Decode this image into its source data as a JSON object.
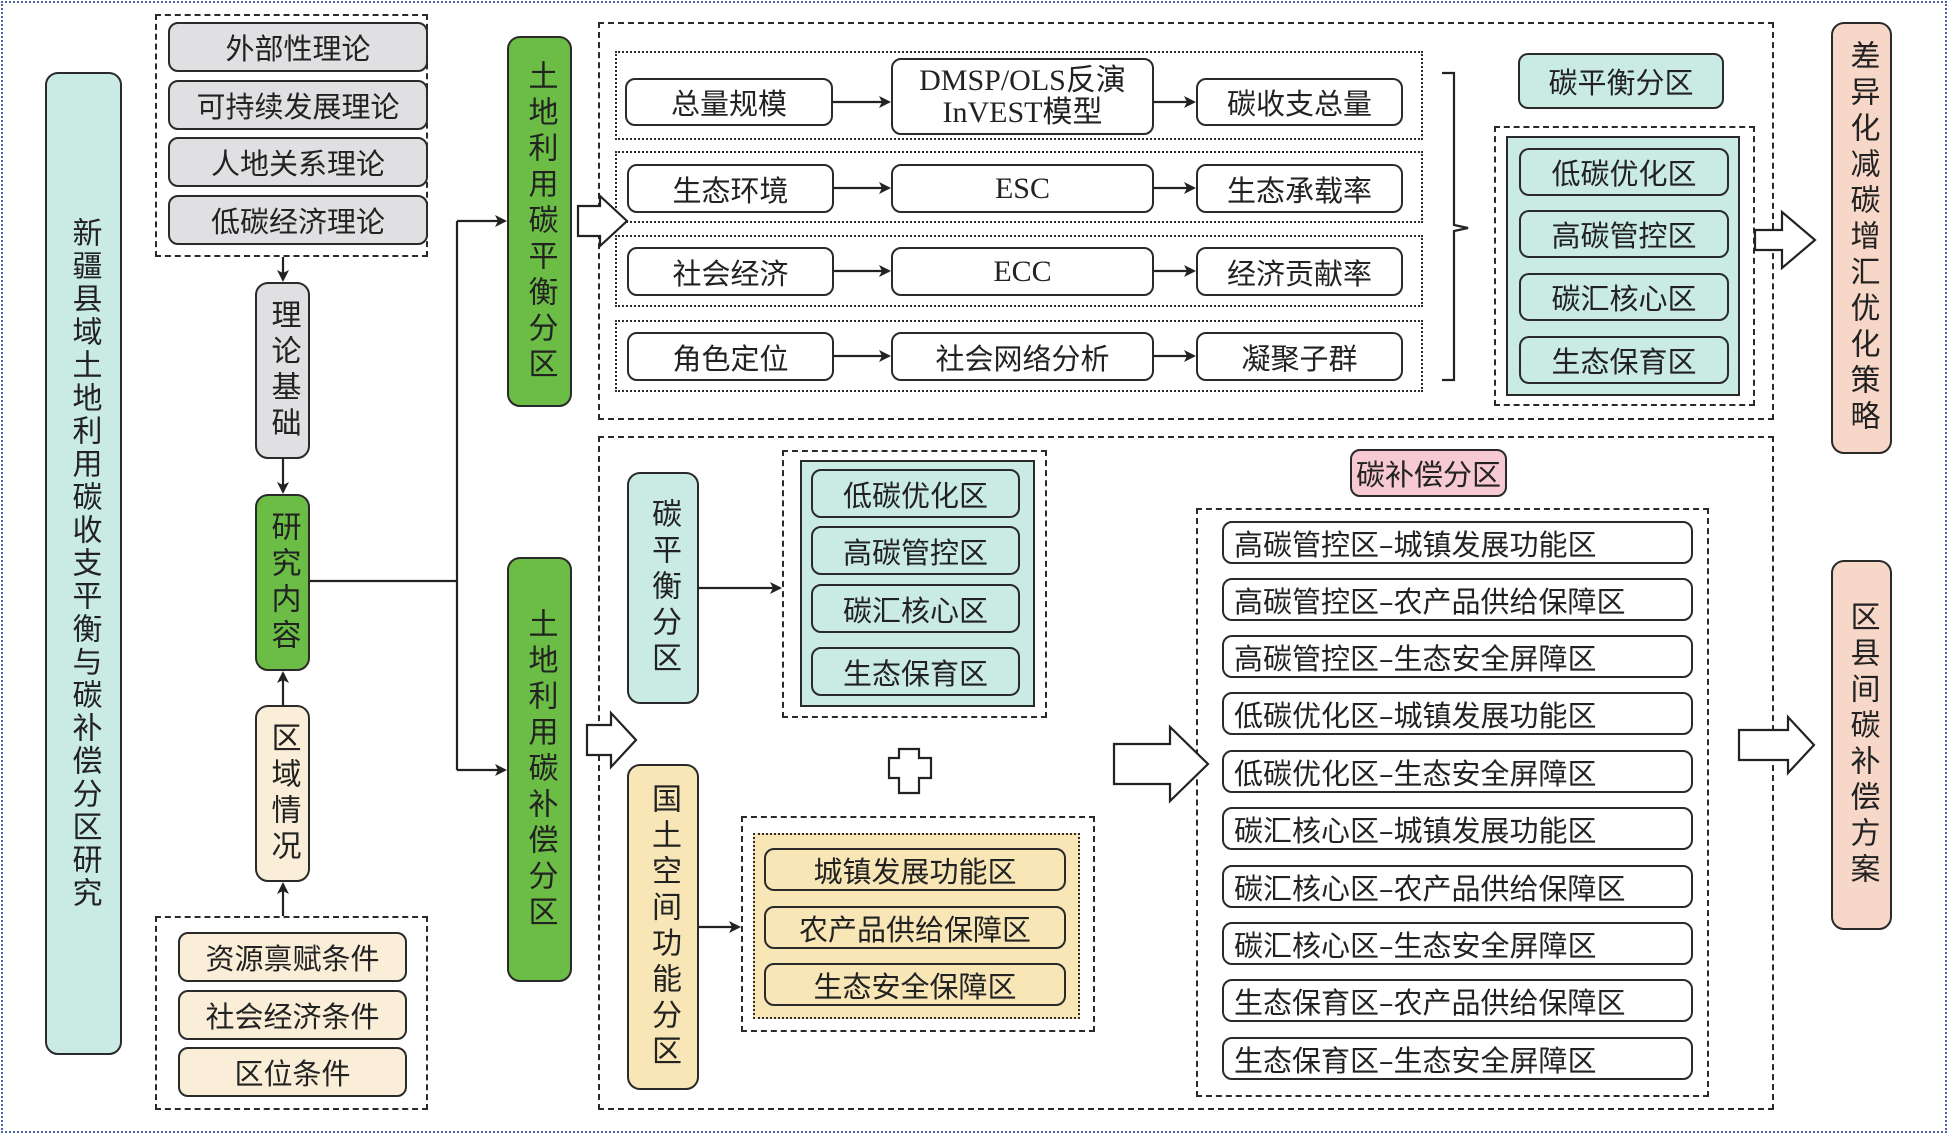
{
  "title": "新疆县域土地利用碳收支平衡与碳补偿分区研究",
  "theory": {
    "items": [
      "外部性理论",
      "可持续发展理论",
      "人地关系理论",
      "低碳经济理论"
    ],
    "label": "理论基础"
  },
  "research_content": "研究内容",
  "region": {
    "label": "区域情况",
    "items": [
      "资源禀赋条件",
      "社会经济条件",
      "区位条件"
    ]
  },
  "balance_zoning": {
    "label": "土地利用碳平衡分区",
    "rows": [
      {
        "input": "总量规模",
        "method": "DMSP/OLS反演",
        "method2": "InVEST模型",
        "output": "碳收支总量"
      },
      {
        "input": "生态环境",
        "method": "ESC",
        "output": "生态承载率"
      },
      {
        "input": "社会经济",
        "method": "ECC",
        "output": "经济贡献率"
      },
      {
        "input": "角色定位",
        "method": "社会网络分析",
        "output": "凝聚子群"
      }
    ],
    "result_title": "碳平衡分区",
    "result_items": [
      "低碳优化区",
      "高碳管控区",
      "碳汇核心区",
      "生态保育区"
    ],
    "strategy": "差异化减碳增汇优化策略"
  },
  "compensation_zoning": {
    "label": "土地利用碳补偿分区",
    "balance_label": "碳平衡分区",
    "balance_items": [
      "低碳优化区",
      "高碳管控区",
      "碳汇核心区",
      "生态保育区"
    ],
    "plus_icon": "plus-icon",
    "spatial_label": "国土空间功能分区",
    "spatial_items": [
      "城镇发展功能区",
      "农产品供给保障区",
      "生态安全保障区"
    ],
    "result_title": "碳补偿分区",
    "result_items": [
      "高碳管控区–城镇发展功能区",
      "高碳管控区–农产品供给保障区",
      "高碳管控区–生态安全屏障区",
      "低碳优化区–城镇发展功能区",
      "低碳优化区–生态安全屏障区",
      "碳汇核心区–城镇发展功能区",
      "碳汇核心区–农产品供给保障区",
      "碳汇核心区–生态安全屏障区",
      "生态保育区–农产品供给保障区",
      "生态保育区–生态安全屏障区"
    ],
    "plan": "区县间碳补偿方案"
  },
  "colors": {
    "mint": "#c9ebe3",
    "green": "#6bbd45",
    "gray": "#e0dfe2",
    "beige": "#fbeed8",
    "yellow": "#f8e6b6",
    "pink": "#f7c9d3",
    "salmon": "#f7d8c8",
    "frame": "#4a62a3"
  }
}
